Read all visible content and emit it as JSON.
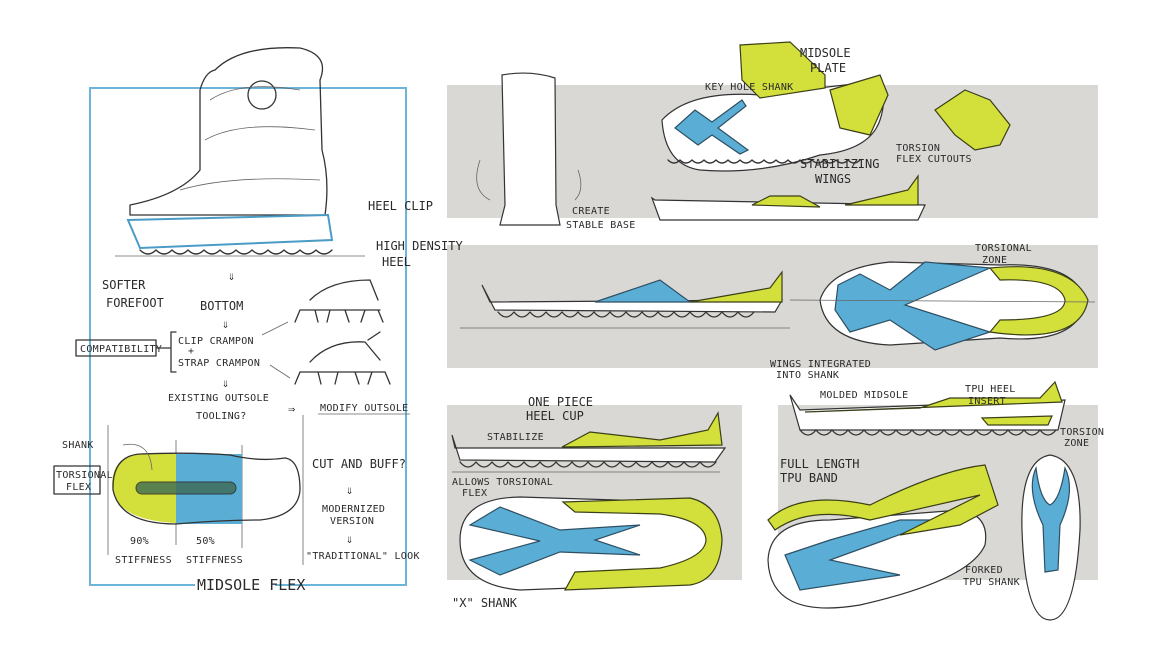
{
  "colors": {
    "accent_blue": "#5aaed6",
    "accent_lime": "#d3df3a",
    "panel_gray": "#d9d8d5",
    "frame_blue": "#6db4da"
  },
  "left_panel": {
    "title": "MIDSOLE FLEX",
    "heel_clip": "HEEL CLIP",
    "high_density_heel": [
      "HIGH DENSITY",
      "HEEL"
    ],
    "softer_forefoot": [
      "SOFTER",
      "FOREFOOT"
    ],
    "bottom": "BOTTOM",
    "clip_crampon": "CLIP CRAMPON",
    "plus": "+",
    "strap_crampon": "STRAP CRAMPON",
    "compatibility": "COMPATIBILITY",
    "existing_outsole": [
      "EXISTING OUTSOLE",
      "TOOLING?"
    ],
    "modify_outsole": "MODIFY OUTSOLE",
    "shank": "SHANK",
    "torsional_flex": [
      "TORSIONAL",
      "FLEX"
    ],
    "stiffness_forefoot": {
      "percent": "90%",
      "label": "STIFFNESS"
    },
    "stiffness_mid": {
      "percent": "50%",
      "label": "STIFFNESS"
    },
    "cut_and_buff": "CUT AND BUFF?",
    "modernized": [
      "MODERNIZED",
      "VERSION"
    ],
    "traditional": "\"TRADITIONAL\" LOOK"
  },
  "right_panels": {
    "midsole_plate": [
      "MIDSOLE",
      "PLATE"
    ],
    "key_hole_shank": "KEY HOLE SHANK",
    "torsion_flex_cutouts": [
      "TORSION",
      "FLEX CUTOUTS"
    ],
    "stabilizing_wings": [
      "STABILIZING",
      "WINGS"
    ],
    "create_stable_base": [
      "CREATE",
      "STABLE BASE"
    ],
    "torsional_zone": [
      "TORSIONAL",
      "ZONE"
    ],
    "wings_integrated": [
      "WINGS INTEGRATED",
      "INTO SHANK"
    ],
    "one_piece_heel_cup": [
      "ONE PIECE",
      "HEEL CUP"
    ],
    "stabilize": "STABILIZE",
    "allows_torsional_flex": [
      "ALLOWS TORSIONAL",
      "FLEX"
    ],
    "x_shank": "\"X\" SHANK",
    "molded_midsole": "MOLDED MIDSOLE",
    "tpu_heel_insert": [
      "TPU HEEL",
      "INSERT"
    ],
    "torsion_zone": [
      "TORSION",
      "ZONE"
    ],
    "full_length_tpu_band": [
      "FULL LENGTH",
      "TPU BAND"
    ],
    "forked_tpu_shank": [
      "FORKED",
      "TPU SHANK"
    ]
  }
}
